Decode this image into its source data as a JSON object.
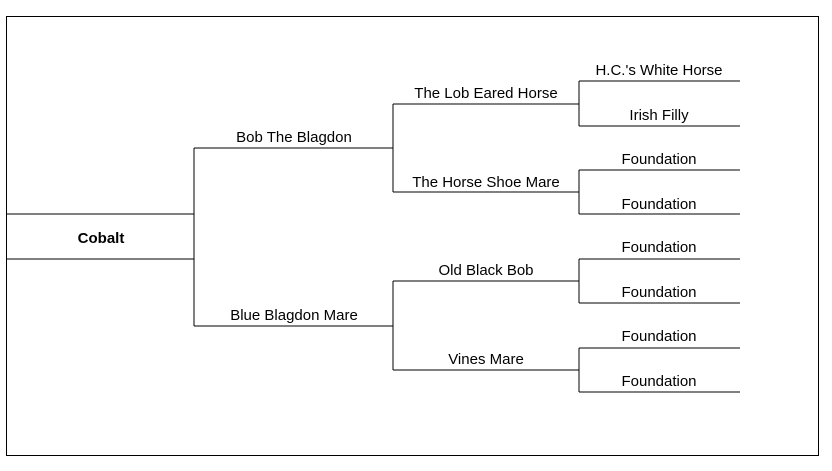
{
  "pedigree": {
    "subject": "Cobalt",
    "sire": "Bob The Blagdon",
    "dam": "Blue Blagdon Mare",
    "sire_sire": "The Lob Eared Horse",
    "sire_dam": "The Horse Shoe Mare",
    "dam_sire": "Old Black Bob",
    "dam_dam": "Vines Mare",
    "gen4": [
      "H.C.'s White Horse",
      "Irish Filly",
      "Foundation",
      "Foundation",
      "Foundation",
      "Foundation",
      "Foundation",
      "Foundation"
    ]
  },
  "colors": {
    "line": "#000000",
    "background": "#ffffff",
    "text": "#000000"
  }
}
